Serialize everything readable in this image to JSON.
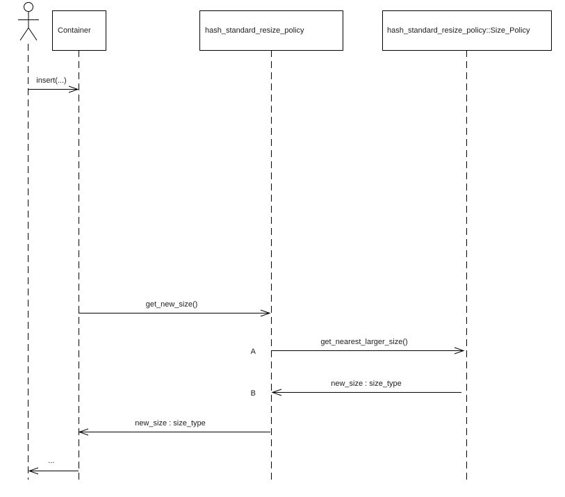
{
  "diagram": {
    "type": "uml-sequence-diagram",
    "colors": {
      "background": "#ffffff",
      "line": "#000000",
      "text": "#1c1c1c"
    },
    "actor": {
      "label": ""
    },
    "participants": [
      {
        "label": "Container"
      },
      {
        "label": "hash_standard_resize_policy"
      },
      {
        "label": "hash_standard_resize_policy::Size_Policy"
      }
    ],
    "messages": [
      {
        "label": "insert(...)",
        "marker": "",
        "from": "actor",
        "to": "Container",
        "direction": "right"
      },
      {
        "label": "get_new_size()",
        "marker": "",
        "from": "Container",
        "to": "hash_standard_resize_policy",
        "direction": "right"
      },
      {
        "label": "get_nearest_larger_size()",
        "marker": "A",
        "from": "hash_standard_resize_policy",
        "to": "hash_standard_resize_policy::Size_Policy",
        "direction": "right"
      },
      {
        "label": "new_size : size_type",
        "marker": "B",
        "from": "hash_standard_resize_policy::Size_Policy",
        "to": "hash_standard_resize_policy",
        "direction": "left"
      },
      {
        "label": "new_size : size_type",
        "marker": "",
        "from": "hash_standard_resize_policy",
        "to": "Container",
        "direction": "left"
      },
      {
        "label": "...",
        "marker": "",
        "from": "Container",
        "to": "actor",
        "direction": "left"
      }
    ]
  }
}
